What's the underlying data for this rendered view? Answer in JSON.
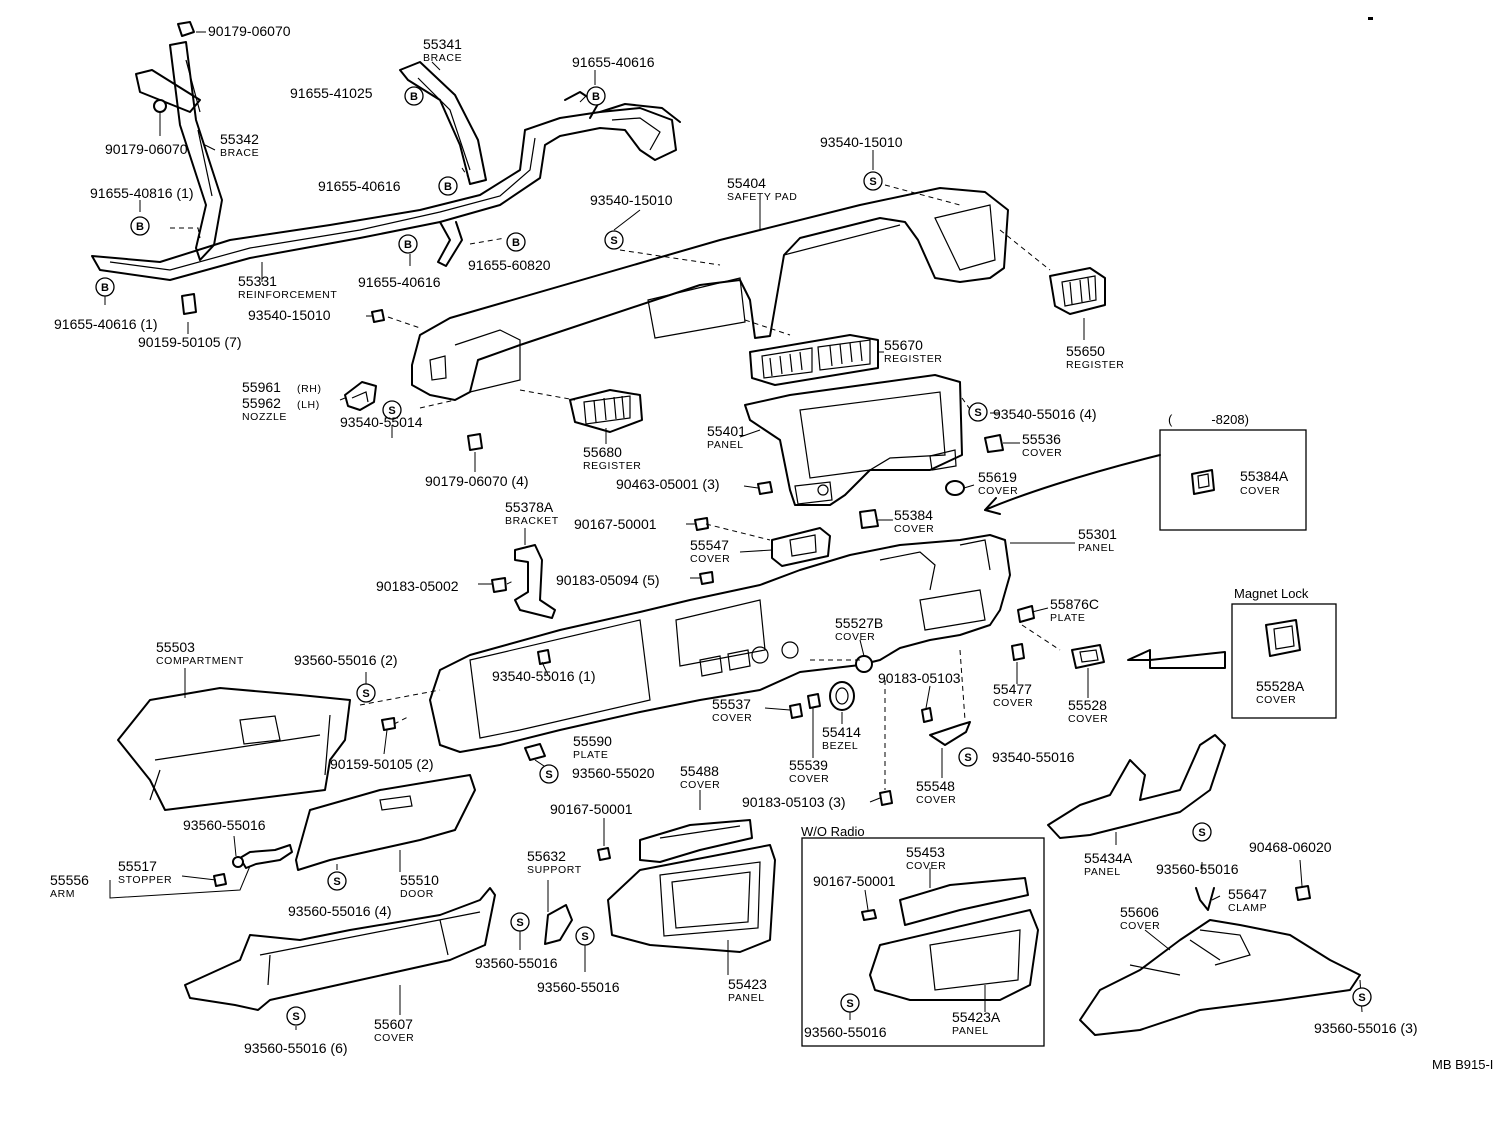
{
  "callouts": [
    {
      "id": "c1",
      "number": "90179-06070",
      "name": ""
    },
    {
      "id": "c2",
      "number": "55341",
      "name": "BRACE"
    },
    {
      "id": "c3",
      "number": "91655-41025",
      "name": ""
    },
    {
      "id": "c4",
      "number": "91655-40616",
      "name": ""
    },
    {
      "id": "c5",
      "number": "90179-06070",
      "name": ""
    },
    {
      "id": "c6",
      "number": "55342",
      "name": "BRACE"
    },
    {
      "id": "c7",
      "number": "91655-40816 (1)",
      "name": ""
    },
    {
      "id": "c8",
      "number": "91655-40616",
      "name": ""
    },
    {
      "id": "c9",
      "number": "93540-15010",
      "name": ""
    },
    {
      "id": "c10",
      "number": "55404",
      "name": "SAFETY PAD"
    },
    {
      "id": "c11",
      "number": "93540-15010",
      "name": ""
    },
    {
      "id": "c12",
      "number": "91655-60820",
      "name": ""
    },
    {
      "id": "c13",
      "number": "55331",
      "name": "REINFORCEMENT"
    },
    {
      "id": "c14",
      "number": "91655-40616",
      "name": ""
    },
    {
      "id": "c15",
      "number": "91655-40616 (1)",
      "name": ""
    },
    {
      "id": "c16",
      "number": "90159-50105 (7)",
      "name": ""
    },
    {
      "id": "c17",
      "number": "93540-15010",
      "name": ""
    },
    {
      "id": "c18",
      "number": "55650",
      "name": "REGISTER"
    },
    {
      "id": "c19",
      "number": "55670",
      "name": "REGISTER"
    },
    {
      "id": "c20",
      "number": "55961",
      "name": ""
    },
    {
      "id": "c21",
      "number": "55962",
      "name": "NOZZLE"
    },
    {
      "id": "c22",
      "number": "93540-55014",
      "name": ""
    },
    {
      "id": "c23",
      "number": "55680",
      "name": "REGISTER"
    },
    {
      "id": "c24",
      "number": "90179-06070 (4)",
      "name": ""
    },
    {
      "id": "c25",
      "number": "55401",
      "name": "PANEL"
    },
    {
      "id": "c26",
      "number": "93540-55016 (4)",
      "name": ""
    },
    {
      "id": "c27",
      "number": "55536",
      "name": "COVER"
    },
    {
      "id": "c28",
      "number": "55619",
      "name": "COVER"
    },
    {
      "id": "c29",
      "number": "90463-05001 (3)",
      "name": ""
    },
    {
      "id": "c30",
      "number": "55378A",
      "name": "BRACKET"
    },
    {
      "id": "c31",
      "number": "90167-50001",
      "name": ""
    },
    {
      "id": "c32",
      "number": "55384",
      "name": "COVER"
    },
    {
      "id": "c33",
      "number": "55547",
      "name": "COVER"
    },
    {
      "id": "c34",
      "number": "55301",
      "name": "PANEL"
    },
    {
      "id": "c35",
      "number": "90183-05002",
      "name": ""
    },
    {
      "id": "c36",
      "number": "90183-05094 (5)",
      "name": ""
    },
    {
      "id": "c37",
      "number": "55876C",
      "name": "PLATE"
    },
    {
      "id": "c38",
      "number": "55503",
      "name": "COMPARTMENT"
    },
    {
      "id": "c39",
      "number": "93560-55016 (2)",
      "name": ""
    },
    {
      "id": "c40",
      "number": "55527B",
      "name": "COVER"
    },
    {
      "id": "c41",
      "number": "93540-55016 (1)",
      "name": ""
    },
    {
      "id": "c42",
      "number": "90183-05103",
      "name": ""
    },
    {
      "id": "c43",
      "number": "55477",
      "name": "COVER"
    },
    {
      "id": "c44",
      "number": "55528",
      "name": "COVER"
    },
    {
      "id": "c45",
      "number": "55537",
      "name": "COVER"
    },
    {
      "id": "c46",
      "number": "55414",
      "name": "BEZEL"
    },
    {
      "id": "c47",
      "number": "90159-50105 (2)",
      "name": ""
    },
    {
      "id": "c48",
      "number": "55590",
      "name": "PLATE"
    },
    {
      "id": "c49",
      "number": "93560-55020",
      "name": ""
    },
    {
      "id": "c50",
      "number": "55539",
      "name": "COVER"
    },
    {
      "id": "c51",
      "number": "93540-55016",
      "name": ""
    },
    {
      "id": "c52",
      "number": "55488",
      "name": "COVER"
    },
    {
      "id": "c53",
      "number": "55548",
      "name": "COVER"
    },
    {
      "id": "c54",
      "number": "90183-05103 (3)",
      "name": ""
    },
    {
      "id": "c55",
      "number": "90167-50001",
      "name": ""
    },
    {
      "id": "c56",
      "number": "93560-55016",
      "name": ""
    },
    {
      "id": "c57",
      "number": "55517",
      "name": "STOPPER"
    },
    {
      "id": "c58",
      "number": "55556",
      "name": "ARM"
    },
    {
      "id": "c59",
      "number": "55510",
      "name": "DOOR"
    },
    {
      "id": "c60",
      "number": "93560-55016 (4)",
      "name": ""
    },
    {
      "id": "c61",
      "number": "55632",
      "name": "SUPPORT"
    },
    {
      "id": "c62",
      "number": "55434A",
      "name": "PANEL"
    },
    {
      "id": "c63",
      "number": "93560-55016",
      "name": ""
    },
    {
      "id": "c64",
      "number": "90468-06020",
      "name": ""
    },
    {
      "id": "c65",
      "number": "55647",
      "name": "CLAMP"
    },
    {
      "id": "c66",
      "number": "55453",
      "name": "COVER"
    },
    {
      "id": "c67",
      "number": "90167-50001",
      "name": ""
    },
    {
      "id": "c68",
      "number": "55606",
      "name": "COVER"
    },
    {
      "id": "c69",
      "number": "93560-55016",
      "name": ""
    },
    {
      "id": "c70",
      "number": "93560-55016",
      "name": ""
    },
    {
      "id": "c71",
      "number": "55423",
      "name": "PANEL"
    },
    {
      "id": "c72",
      "number": "55423A",
      "name": "PANEL"
    },
    {
      "id": "c73",
      "number": "93560-55016",
      "name": ""
    },
    {
      "id": "c74",
      "number": "55607",
      "name": "COVER"
    },
    {
      "id": "c75",
      "number": "93560-55016 (6)",
      "name": ""
    },
    {
      "id": "c76",
      "number": "93560-55016 (3)",
      "name": ""
    }
  ],
  "side_tags": {
    "rh": "(RH)",
    "lh": "(LH)"
  },
  "inset_boxes": {
    "serial": {
      "title": "(　　　-8208)",
      "number": "55384A",
      "name": "COVER"
    },
    "magnet": {
      "title": "Magnet Lock",
      "number": "55528A",
      "name": "COVER"
    },
    "wo_radio": {
      "title": "W/O Radio"
    }
  },
  "symbols": {
    "bolt": "B",
    "screw": "S"
  },
  "figure_code": "MB B915-I"
}
